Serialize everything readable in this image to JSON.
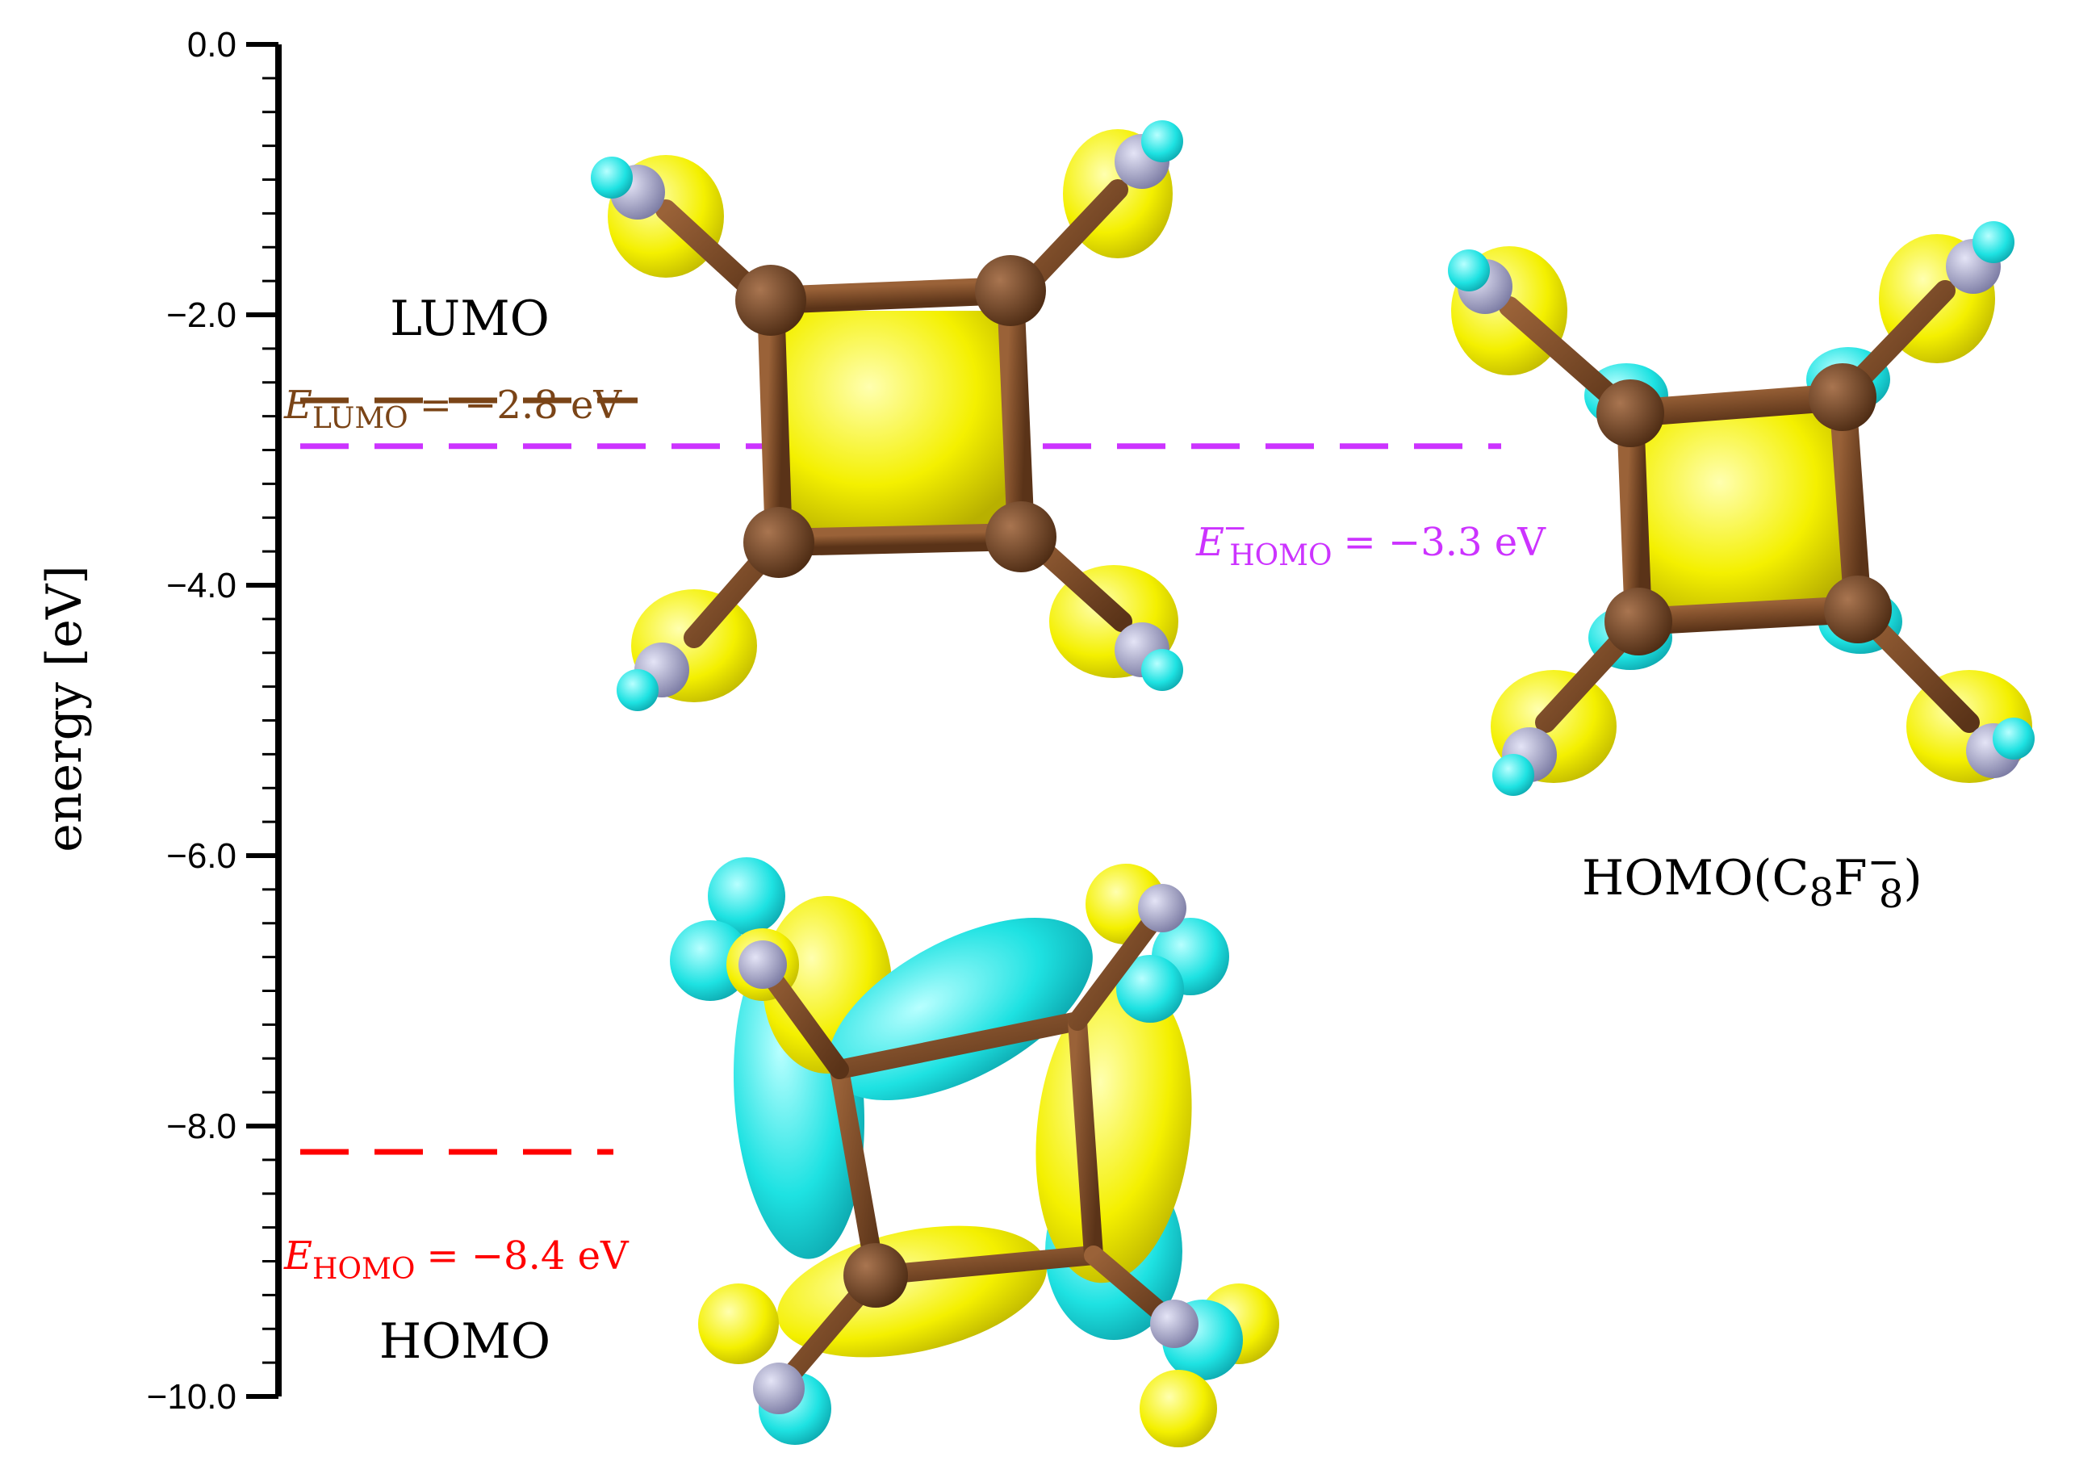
{
  "chart_data": {
    "type": "energy-level-diagram",
    "ylabel": "energy [eV]",
    "ylim": [
      -10.0,
      0.0
    ],
    "yticks": [
      "0.0",
      "−2.0",
      "−4.0",
      "−6.0",
      "−8.0",
      "−10.0"
    ],
    "ytick_values": [
      0,
      -2,
      -4,
      -6,
      -8,
      -10
    ],
    "minor_tick_step": 0.25,
    "levels": [
      {
        "name": "LUMO",
        "energy": -2.8,
        "color": "#7a4417",
        "label": {
          "symbol": "E",
          "sub": "LUMO",
          "sup": "",
          "value": "= −2.8 eV"
        }
      },
      {
        "name": "HOMO(C8F8-)",
        "energy": -3.3,
        "color": "#cc33ff",
        "label": {
          "symbol": "E",
          "sub": "HOMO",
          "sup": "−",
          "value": "= −3.3 eV"
        }
      },
      {
        "name": "HOMO",
        "energy": -8.4,
        "color": "#ff0000",
        "label": {
          "symbol": "E",
          "sub": "HOMO",
          "sup": "",
          "value": "= −8.4 eV"
        }
      }
    ],
    "orbital_labels": {
      "lumo": "LUMO",
      "homo": "HOMO",
      "anion": {
        "main": "HOMO(C",
        "sub1": "8",
        "mid": "F",
        "sub2": "8",
        "sup": "−",
        "end": ")"
      }
    },
    "colors": {
      "carbon": "#7a4a2a",
      "fluorine": "#a8a8d0",
      "positive_lobe": "#ffff00",
      "negative_lobe": "#22e6e6"
    }
  }
}
